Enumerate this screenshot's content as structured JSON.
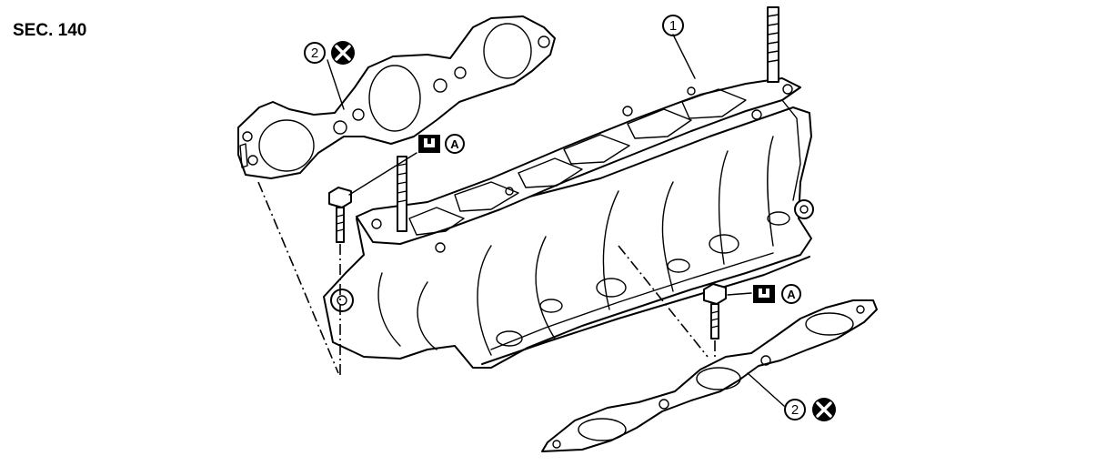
{
  "section_label": "SEC. 140",
  "callouts": {
    "manifold": "1",
    "gasket_upper": "2",
    "gasket_lower": "2",
    "torque_upper": "A",
    "torque_lower": "A"
  },
  "icons": {
    "do_not_reuse": "x-circle-icon",
    "torque_wrench": "torque-wrench-icon"
  },
  "colors": {
    "line": "#000000",
    "background": "#ffffff"
  }
}
